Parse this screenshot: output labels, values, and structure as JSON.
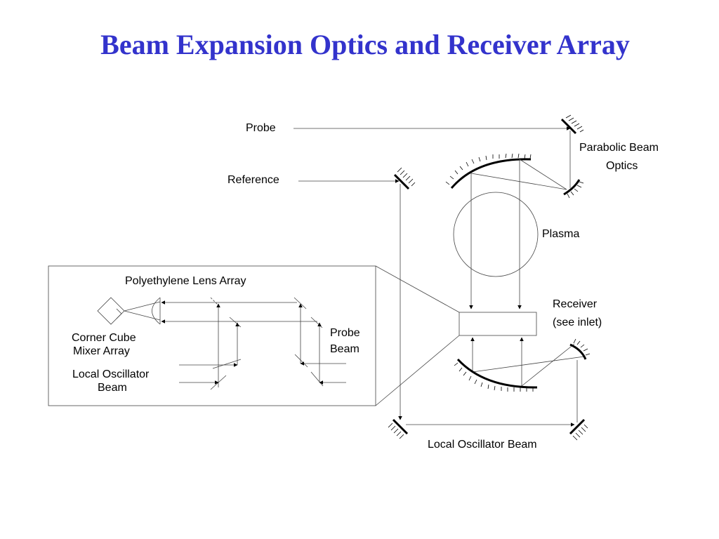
{
  "title": "Beam Expansion Optics and Receiver Array",
  "labels": {
    "probe": "Probe",
    "reference": "Reference",
    "parabolic_1": "Parabolic Beam",
    "parabolic_2": "Optics",
    "plasma": "Plasma",
    "receiver_1": "Receiver",
    "receiver_2": "(see inlet)",
    "local_oscillator_beam": "Local Oscillator Beam"
  },
  "inset": {
    "lens_array": "Polyethylene Lens Array",
    "corner_cube_1": "Corner Cube",
    "corner_cube_2": "Mixer Array",
    "probe_beam_1": "Probe",
    "probe_beam_2": "Beam",
    "local_osc_1": "Local Oscillator",
    "local_osc_2": "Beam"
  }
}
